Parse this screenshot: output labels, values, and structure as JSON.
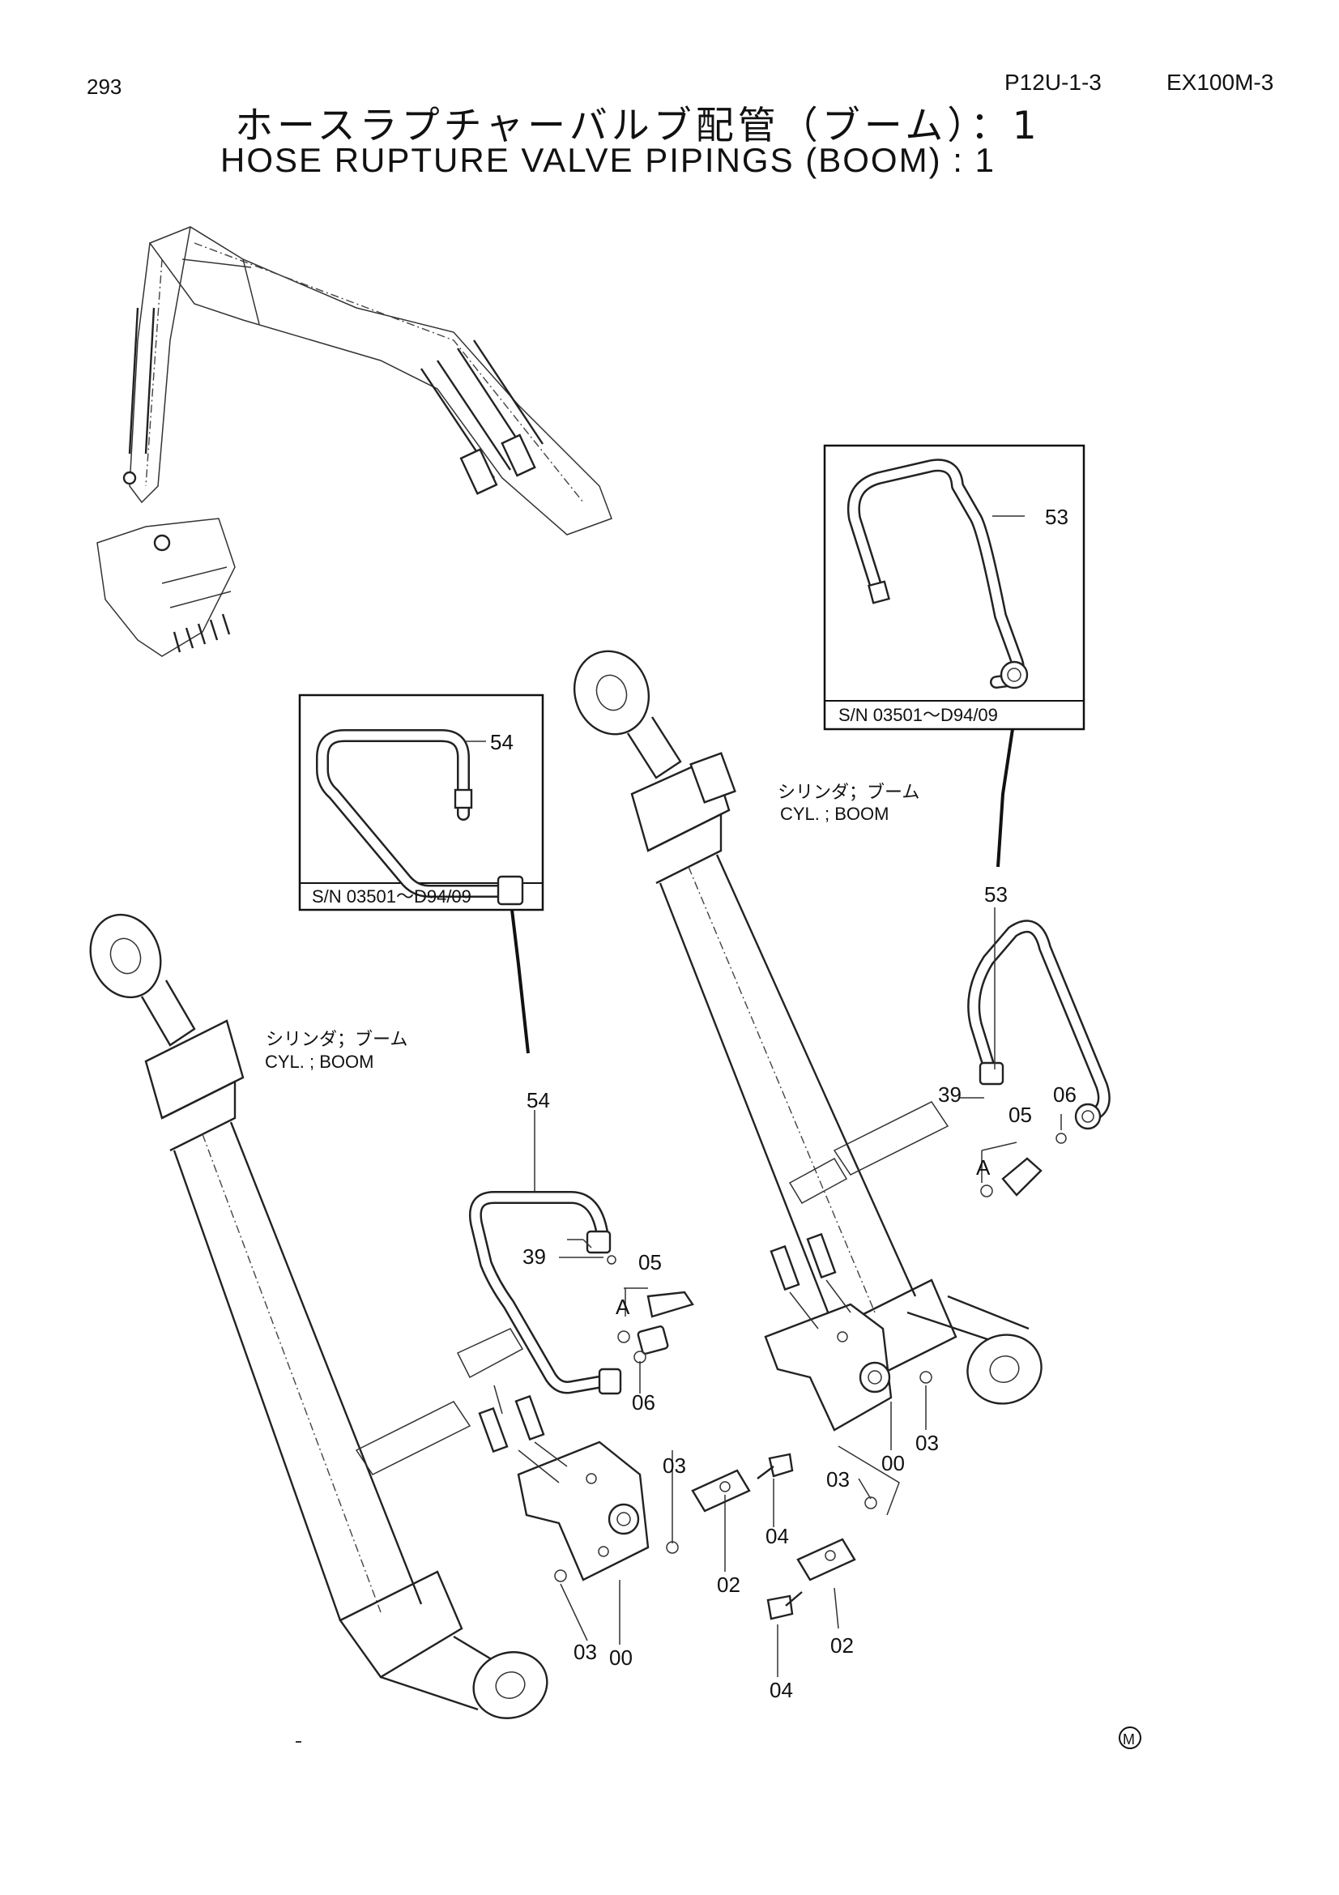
{
  "header": {
    "page_number": "293",
    "code_left": "P12U-1-3",
    "code_right": "EX100M-3",
    "title_jp": "ホースラプチャーバルブ配管（ブーム）：1",
    "title_en": "HOSE RUPTURE VALVE PIPINGS (BOOM) : 1"
  },
  "insets": {
    "left": {
      "part": "54",
      "serial": "S/N  03501～D94/09"
    },
    "right": {
      "part": "53",
      "serial": "S/N  03501～D94/09"
    }
  },
  "cylinder_labels": {
    "left": {
      "jp": "シリンダ；ブーム",
      "en": "CYL. ; BOOM"
    },
    "right": {
      "jp": "シリンダ；ブーム",
      "en": "CYL. ; BOOM"
    }
  },
  "callouts": {
    "l_54": "54",
    "l_39": "39",
    "l_05": "05",
    "l_A": "A",
    "l_06": "06",
    "l_03a": "03",
    "l_03b": "03",
    "l_02": "02",
    "l_04": "04",
    "l_00": "00",
    "r_53": "53",
    "r_39": "39",
    "r_05": "05",
    "r_06": "06",
    "r_A": "A",
    "r_03a": "03",
    "r_03b": "03",
    "r_02": "02",
    "r_04": "04",
    "r_00": "00"
  },
  "footer": {
    "mark": "M"
  }
}
